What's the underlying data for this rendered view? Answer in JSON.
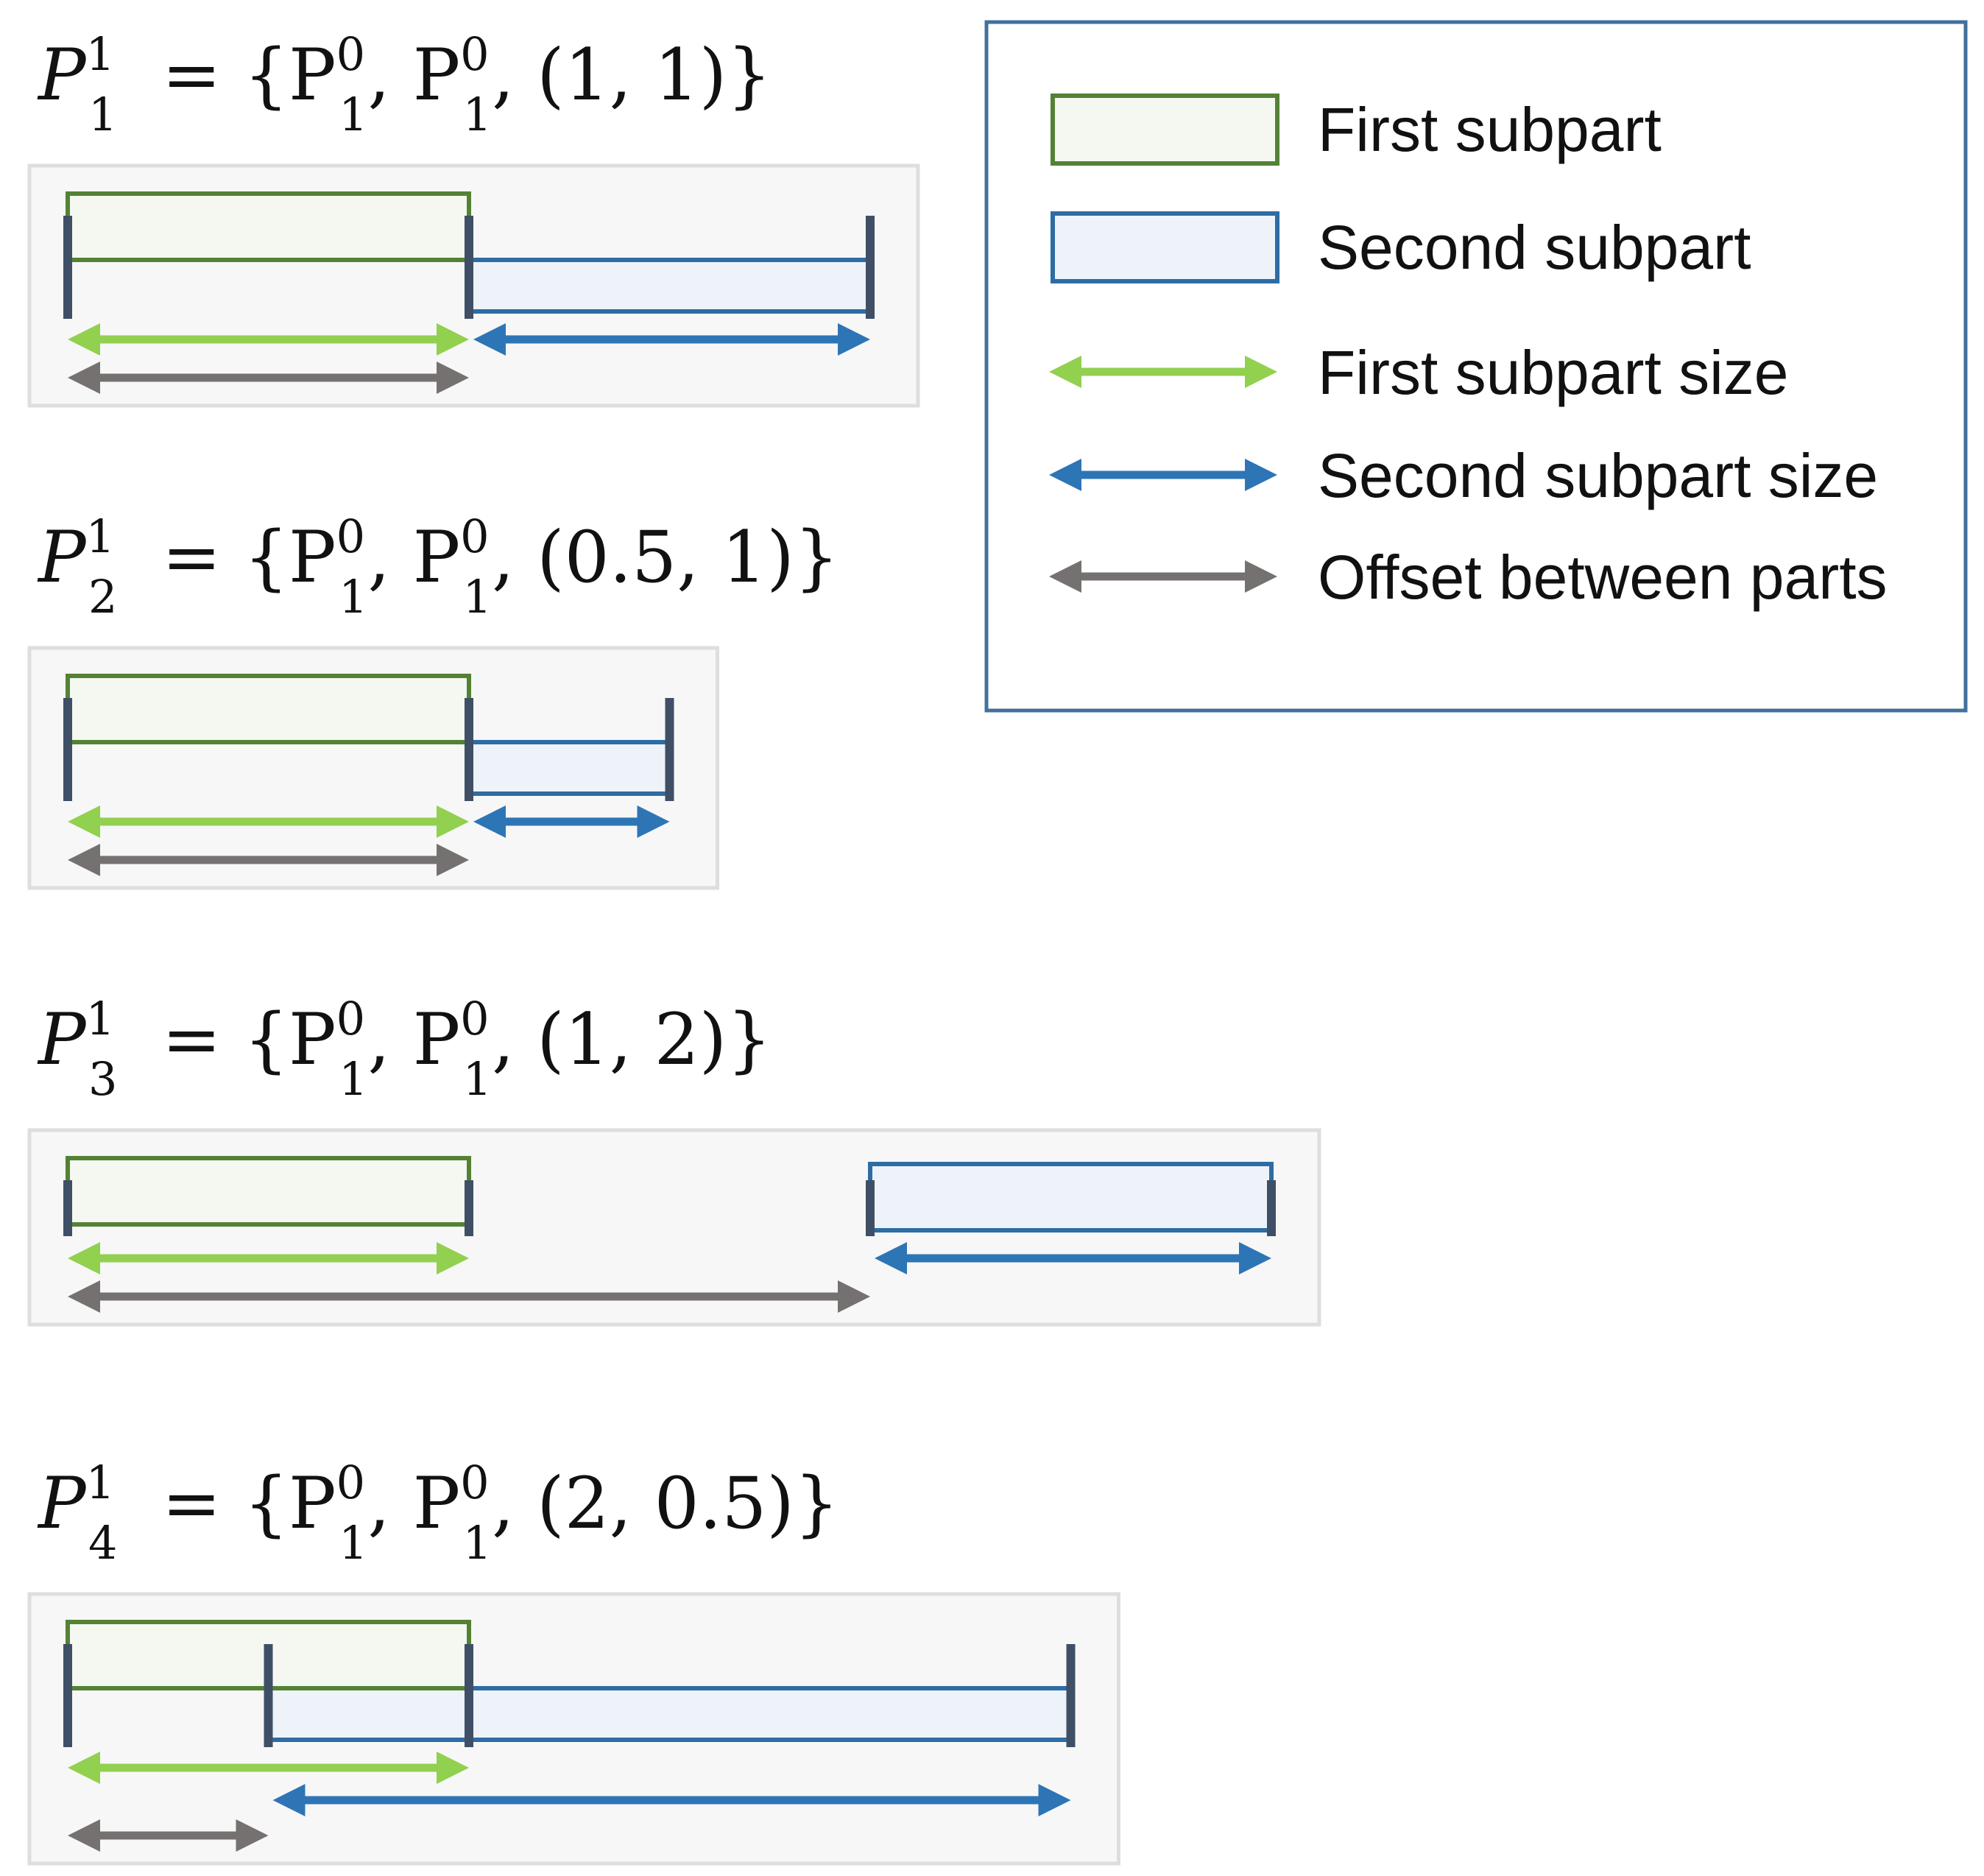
{
  "colors": {
    "panel_fill": "#f7f7f7",
    "panel_stroke": "#dedede",
    "first_subpart_fill": "#f5f8f1",
    "first_subpart_stroke": "#548235",
    "second_subpart_fill": "#eef3f9",
    "second_subpart_stroke": "#2e6ca4",
    "boundary_tick": "#3f4f66",
    "first_size_arrow": "#92d050",
    "second_size_arrow": "#2e75b6",
    "offset_arrow": "#767171",
    "legend_stroke": "#41719c"
  },
  "legend": {
    "items": [
      {
        "kind": "box-green",
        "label": "First subpart"
      },
      {
        "kind": "box-blue",
        "label": "Second subpart"
      },
      {
        "kind": "arrow-green",
        "label": "First subpart size"
      },
      {
        "kind": "arrow-blue",
        "label": "Second subpart size"
      },
      {
        "kind": "arrow-gray",
        "label": "Offset between parts"
      }
    ]
  },
  "examples": [
    {
      "name": "P",
      "sub": "1",
      "sup": "1",
      "part": "P",
      "part_sub": "1",
      "part_sup": "0",
      "offset": "1",
      "size": "1",
      "offset_value": 1,
      "size_value": 1
    },
    {
      "name": "P",
      "sub": "2",
      "sup": "1",
      "part": "P",
      "part_sub": "1",
      "part_sup": "0",
      "offset": "0.5",
      "size": "1",
      "offset_value": 1,
      "size_value": 0.5
    },
    {
      "name": "P",
      "sub": "3",
      "sup": "1",
      "part": "P",
      "part_sub": "1",
      "part_sup": "0",
      "offset": "1",
      "size": "2",
      "offset_value": 2,
      "size_value": 1
    },
    {
      "name": "P",
      "sub": "4",
      "sup": "1",
      "part": "P",
      "part_sub": "1",
      "part_sup": "0",
      "offset": "2",
      "size": "0.5",
      "offset_value": 0.5,
      "size_value": 2
    }
  ]
}
